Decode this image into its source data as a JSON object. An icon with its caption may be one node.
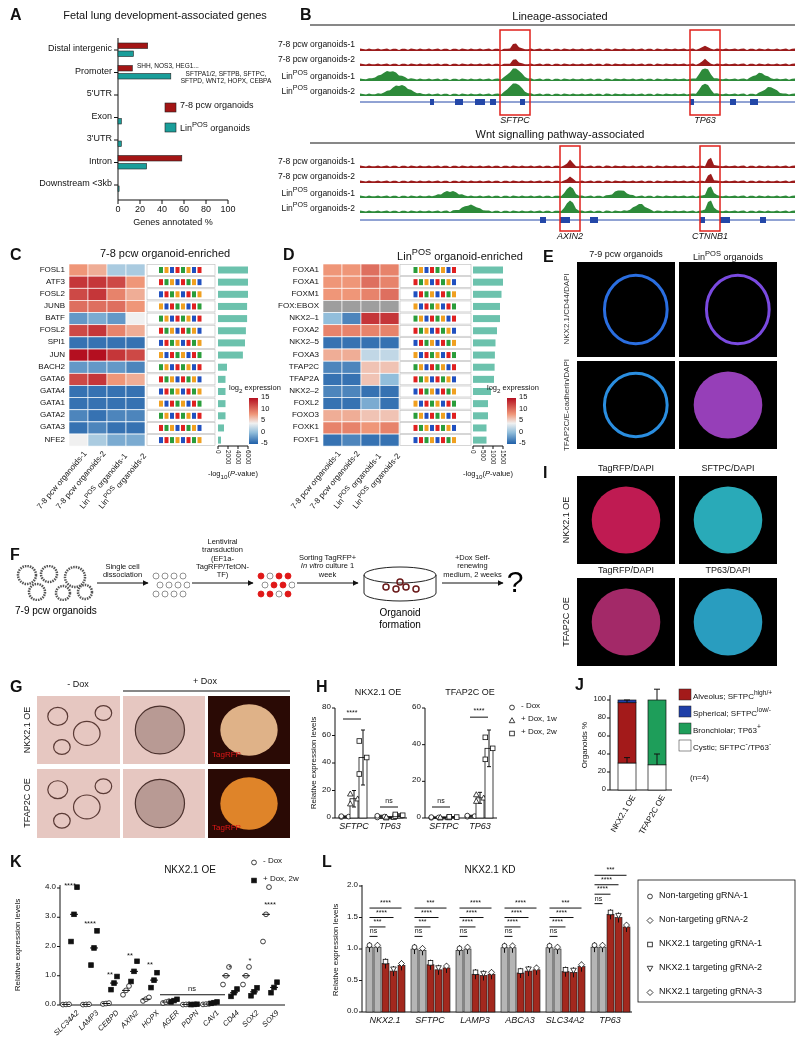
{
  "diagram": {
    "nodes": [
      {
        "text": [],
        "shape": "picture",
        "beside": [
          "7-9 pcw organoids"
        ]
      },
      {
        "text": [],
        "shape": "picture"
      },
      {
        "text": [],
        "shape": "picture"
      },
      {
        "text": [],
        "shape": "picture",
        "beside": [
          "Organoid formation"
        ]
      },
      {
        "text": [
          "?"
        ]
      }
    ],
    "edges": [
      {
        "from": 0,
        "to": 1,
        "arrow": "to",
        "label": "Single cell dissociation"
      },
      {
        "from": 1,
        "to": 2,
        "arrow": "to",
        "label": "Lentiviral transduction (EF1a-TagRFP/TetON-TF)"
      },
      {
        "from": 2,
        "to": 3,
        "arrow": "to",
        "label": "Sorting TagRFP+ *In vitro* culture 1 week"
      },
      {
        "from": 3,
        "to": 4,
        "arrow": "to",
        "label": "+Dox Self-renewing medium, 2 weeks"
      }
    ],
    "labels": [
      "A",
      "B",
      "Lineage-associated",
      "7-8 pcw organoids-1",
      "7-8 pcw organoids-2",
      "Lin$^{POS}$ organoids-1",
      "Lin$^{POS}$ organoids-2",
      "SFTPC",
      "TP63",
      "Wnt signalling pathway-associated",
      "7-8 pcw organoids-1",
      "7-8 pcw organoids-2",
      "Lin$^{POS}$ organoids-1",
      "Lin$^{POS}$ organoids-2",
      "AXIN2",
      "CTNNB1",
      "C",
      "7-8 pcw organoid-enriched",
      "FOSL1",
      "ATF3",
      "FOSL2",
      "JUNB",
      "BATF",
      "FOSL2",
      "SPI1",
      "JUN",
      "BACH2",
      "GATA6",
      "GATA4",
      "GATA1",
      "GATA2",
      "GATA3",
      "NFE2",
      "log$_{2}$ expression",
      "15",
      "10",
      "5",
      "0",
      "-5",
      "0",
      "2000",
      "4000",
      "6000",
      "-log$_{10}$(*P*-value)",
      "7-8 pcw organoids-1",
      "7-8 pcw organoids-2",
      "Lin$^{POS}$ organoids-1",
      "Lin$^{POS}$ organoids-2",
      "D",
      "Lin$^{POS}$ organoid-enriched",
      "FOXA1",
      "FOXA1",
      "FOXM1",
      "FOX:EBOX",
      "NKX2–1",
      "FOXA2",
      "NKX2–5",
      "FOXA3",
      "TFAP2C",
      "TFAP2A",
      "NKX2–2",
      "FOXL2",
      "FOXO3",
      "FOXK1",
      "FOXF1",
      "log$_{2}$ expression",
      "15",
      "10",
      "5",
      "0",
      "-5",
      "0",
      "500",
      "1000",
      "1500",
      "-log$_{10}$(*P*-value)",
      "7-8 pcw organoids-1",
      "7-8 pcw organoids-2",
      "Lin$^{POS}$ organoids-1",
      "Lin$^{POS}$ organoids-2",
      "E",
      "7-9 pcw organoids",
      "Lin$^{POS}$ organoids",
      "NKX2.1/CD44/DAPI",
      "TFAP2C/E-cadherin/DAPI",
      "F",
      "G",
      "- Dox",
      "+ Dox",
      "NKX2.1 OE",
      "TFAP2C OE",
      "TagRFP",
      "TagRFP",
      "H",
      "NKX2.1 OE",
      "TFAP2C OE",
      "Relative expression levels",
      "0",
      "20",
      "40",
      "60",
      "80",
      "****",
      "ns",
      "SFTPC",
      "TP63",
      "0",
      "20",
      "40",
      "60",
      "ns",
      "****",
      "SFTPC",
      "TP63",
      "I",
      "TagRFP/DAPI",
      "SFTPC/DAPI",
      "TagRFP/DAPI",
      "TP63/DAPI",
      "NKX2.1 OE",
      "TFAP2C OE",
      "J",
      "Organoids %",
      "0",
      "20",
      "40",
      "60",
      "80",
      "100",
      "NKX2.1 OE",
      "TFAP2C OE",
      "(n=4)",
      "K",
      "NKX2.1 OE",
      "Relative expression levels",
      "0.0",
      "1.0",
      "2.0",
      "3.0",
      "4.0",
      "****",
      "****",
      "**",
      "**",
      "**",
      "ns",
      "*",
      "*",
      "****",
      "SLC34A2",
      "LAMP3",
      "CEBPD",
      "AXIN2",
      "HOPX",
      "AGER",
      "PDPN",
      "CAV1",
      "CD44",
      "SOX2",
      "SOX9",
      "L",
      "NKX2.1 KD",
      "Relative expression levels",
      "0.0",
      "0.5",
      "1.0",
      "1.5",
      "2.0",
      "NKX2.1",
      "SFTPC",
      "LAMP3",
      "ABCA3",
      "SLC34A2",
      "TP63",
      "ns",
      "***",
      "****",
      "****",
      "ns",
      "***",
      "****",
      "***",
      "ns",
      "****",
      "****",
      "****",
      "ns",
      "****",
      "****",
      "****",
      "ns",
      "****",
      "****",
      "***",
      "ns",
      "****",
      "****",
      "***"
    ],
    "legend": [
      {
        "text": "- Dox"
      },
      {
        "text": "+ Dox, 1w"
      },
      {
        "text": "+ Dox, 2w"
      },
      {
        "text": "Alveolus; SFTPC$^{high/+}$",
        "color": "#a31a1a"
      },
      {
        "text": "Spherical; SFTPC$^{low/-}$",
        "color": "#1f3fa8"
      },
      {
        "text": "Bronchiolar; TP63$^{+}$",
        "color": "#1e9e5a"
      },
      {
        "text": "Cystic; SFTPC$^{-}$/TP63$^{-}$",
        "color": "#ffffff"
      },
      {
        "text": "- Dox"
      },
      {
        "text": "+ Dox, 2w"
      },
      {
        "text": "Non-targeting gRNA-1"
      },
      {
        "text": "Non-targeting gRNA-2"
      },
      {
        "text": "NKX2.1 targeting gRNA-1"
      },
      {
        "text": "NKX2.1 targeting gRNA-2"
      },
      {
        "text": "NKX2.1 targeting gRNA-3"
      }
    ],
    "chart_data": {
      "type": "bar",
      "orientation": "horizontal",
      "title": "Fetal lung development-associated genes",
      "xlabel": "Genes annotated %",
      "categories": [
        "Distal intergenic",
        "Promoter",
        "5'UTR",
        "Exon",
        "3'UTR",
        "Intron",
        "Downstream <3kb"
      ],
      "series": [
        {
          "name": "7-8 pcw organoids",
          "color": "#a31515",
          "values": [
            27,
            13,
            0,
            0,
            0,
            58,
            0
          ]
        },
        {
          "name": "Lin$^{POS}$ organoids",
          "color": "#1a9e9a",
          "values": [
            14,
            48,
            0,
            3,
            3,
            26,
            1
          ]
        }
      ],
      "xlim": [
        0,
        100
      ],
      "xticks": [
        0,
        20,
        40,
        60,
        80,
        100
      ],
      "legend": "top right",
      "annotations": [
        "SHH, NOS3, HEG1...",
        "SFTPA1/2, SFTPB, SFTPC, SFTPD, WNT2, HOPX, CEBPA"
      ]
    }
  }
}
